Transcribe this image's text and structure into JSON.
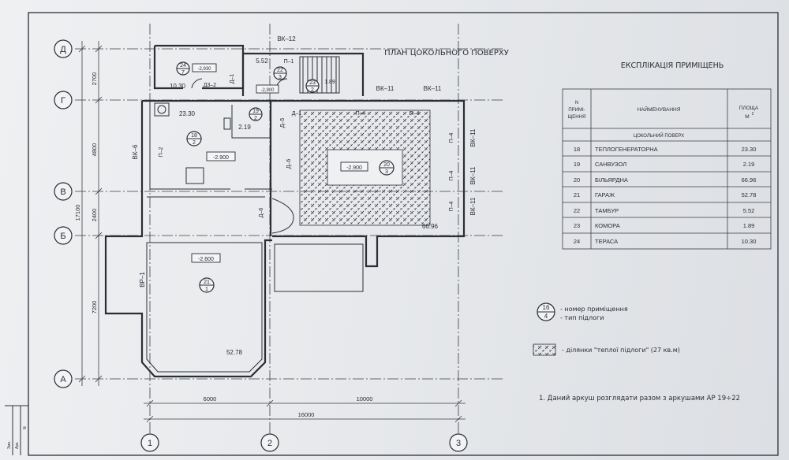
{
  "drawing": {
    "title": "ПЛАН ЦОКОЛЬНОГО ПОВЕРХУ",
    "axes_letters": [
      "Д",
      "Г",
      "В",
      "Б",
      "А"
    ],
    "axes_numbers": [
      "1",
      "2",
      "3"
    ],
    "vertical_dims": [
      "2700",
      "4800",
      "2400",
      "7200",
      "17100"
    ],
    "horizontal_dims": [
      "6000",
      "10000",
      "16000"
    ],
    "wall_labels": {
      "vk12": "ВК–12",
      "vk11a": "ВК–11",
      "vk11b": "ВК–11",
      "vk6": "ВК–6",
      "vk11c": "ВК–11",
      "vk11d": "ВК–11",
      "vk11e": "ВК–11",
      "vr1": "ВР–1"
    },
    "door_labels": {
      "d1a": "Д–1",
      "d1b": "Д–1",
      "d2": "Д3–2",
      "d5": "Д–5",
      "d6a": "Д–6",
      "d6b": "Д–6",
      "p1": "П–1",
      "p2": "П–2",
      "p4a": "П–4",
      "p4b": "П–4",
      "p4c": "П–4",
      "p4d": "П–4",
      "p4e": "П–4"
    },
    "rooms": [
      {
        "num": "24",
        "floor": "7",
        "area": "10.30",
        "level": "-2,930"
      },
      {
        "num": "22",
        "floor": "3",
        "area": "5.52",
        "level": "-2,900"
      },
      {
        "num": "23",
        "floor": "2",
        "area": "1.89",
        "level": ""
      },
      {
        "num": "18",
        "floor": "2",
        "area": "23.30",
        "level": "-2.900"
      },
      {
        "num": "19",
        "floor": "2",
        "area": "2.19",
        "level": ""
      },
      {
        "num": "20",
        "floor": "3",
        "area": "66.96",
        "level": "-2.900"
      },
      {
        "num": "21",
        "floor": "1",
        "area": "52.78",
        "level": "-2.600"
      }
    ]
  },
  "explication": {
    "title": "ЕКСПЛІКАЦІЯ ПРИМІЩЕНЬ",
    "headers": {
      "no_line1": "N",
      "no_line2": "ПРИМІ-",
      "no_line3": "ЩЕННЯ",
      "name": "НАЙМЕНУВАННЯ",
      "area_line1": "ПЛОЩА",
      "area_unit": "М",
      "area_sup": "2"
    },
    "section": "ЦОКОЛЬНИЙ ПОВЕРХ",
    "rows": [
      {
        "no": "18",
        "name": "ТЕПЛОГЕНЕРАТОРНА",
        "area": "23.30"
      },
      {
        "no": "19",
        "name": "САНВУЗОЛ",
        "area": "2.19"
      },
      {
        "no": "20",
        "name": "БІЛЬЯРДНА",
        "area": "66.96"
      },
      {
        "no": "21",
        "name": "ГАРАЖ",
        "area": "52.78"
      },
      {
        "no": "22",
        "name": "ТАМБУР",
        "area": "5.52"
      },
      {
        "no": "23",
        "name": "КОМОРА",
        "area": "1.89"
      },
      {
        "no": "24",
        "name": "ТЕРАСА",
        "area": "10.30"
      }
    ]
  },
  "legend": {
    "sample_num": "16",
    "sample_floor": "4",
    "room_number": "- номер приміщення",
    "floor_type": "- тип підлоги",
    "warm_floor": "- ділянки \"теплої підлоги\" (27 кв.м)"
  },
  "notes": {
    "note1": "1. Даний аркуш розглядати разом з аркушами АР 19÷22"
  },
  "stamp": {
    "label1": "Змн.",
    "label2": "Арк.",
    "label3": "N"
  }
}
